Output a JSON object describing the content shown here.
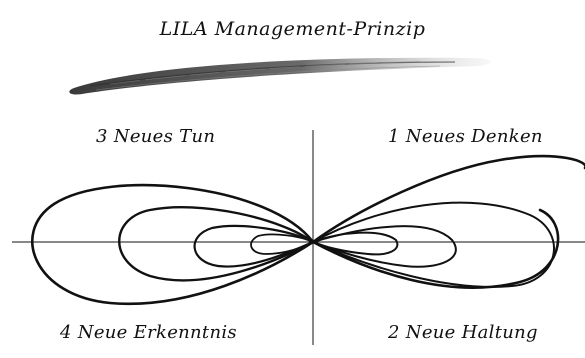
{
  "diagram": {
    "title": "LILA Management-Prinzip",
    "quadrants": {
      "q1": "1 Neues Denken",
      "q2": "2 Neue Haltung",
      "q3": "3 Neues Tun",
      "q4": "4 Neue Erkenntnis"
    },
    "colors": {
      "ink": "#111111",
      "brush": "#555555"
    }
  }
}
